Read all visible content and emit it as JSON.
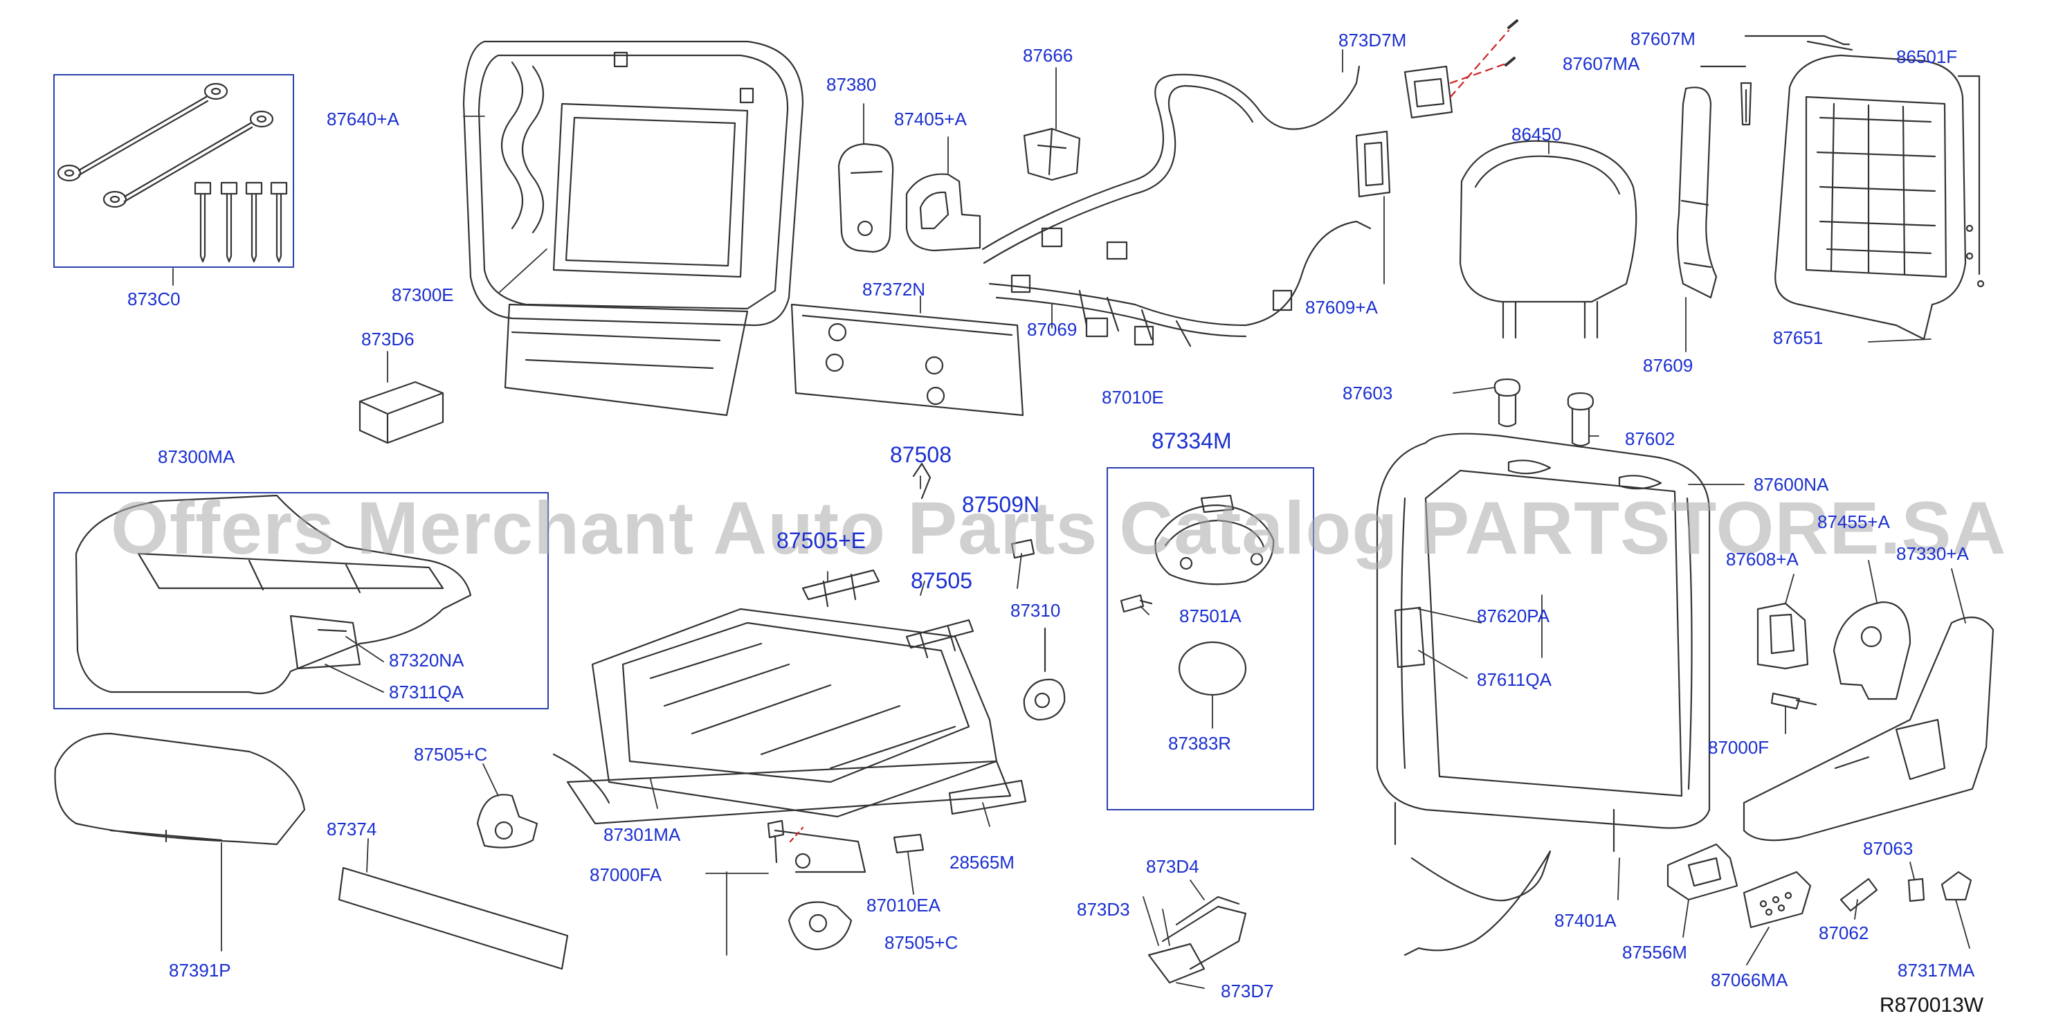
{
  "diagram": {
    "code": "R870013W",
    "watermark": "Offers Merchant Auto Parts Catalog PARTSTORE.SA",
    "colors": {
      "label": "#1a2fd0",
      "line": "#333333",
      "box": "#2a3fb0",
      "watermark": "#aaaaaa"
    },
    "labels": [
      {
        "id": "p873C0",
        "text": "873C0"
      },
      {
        "id": "p87640A",
        "text": "87640+A"
      },
      {
        "id": "p87300E",
        "text": "87300E"
      },
      {
        "id": "p873D6",
        "text": "873D6"
      },
      {
        "id": "p87380",
        "text": "87380"
      },
      {
        "id": "p87405A",
        "text": "87405+A"
      },
      {
        "id": "p87372N",
        "text": "87372N"
      },
      {
        "id": "p87666",
        "text": "87666"
      },
      {
        "id": "p873D7M",
        "text": "873D7M"
      },
      {
        "id": "p87607M",
        "text": "87607M"
      },
      {
        "id": "p87607MA",
        "text": "87607MA"
      },
      {
        "id": "p86501F",
        "text": "86501F"
      },
      {
        "id": "p86450",
        "text": "86450"
      },
      {
        "id": "p87609A",
        "text": "87609+A"
      },
      {
        "id": "p87069",
        "text": "87069"
      },
      {
        "id": "p87010E",
        "text": "87010E"
      },
      {
        "id": "p87609",
        "text": "87609"
      },
      {
        "id": "p87651",
        "text": "87651"
      },
      {
        "id": "p87603",
        "text": "87603"
      },
      {
        "id": "p87602",
        "text": "87602"
      },
      {
        "id": "p87300MA",
        "text": "87300MA"
      },
      {
        "id": "p87508",
        "text": "87508"
      },
      {
        "id": "p87334M",
        "text": "87334M"
      },
      {
        "id": "p87600NA",
        "text": "87600NA"
      },
      {
        "id": "p87509N",
        "text": "87509N"
      },
      {
        "id": "p87505E",
        "text": "87505+E"
      },
      {
        "id": "p87455A",
        "text": "87455+A"
      },
      {
        "id": "p87608A",
        "text": "87608+A"
      },
      {
        "id": "p87330A",
        "text": "87330+A"
      },
      {
        "id": "p87505",
        "text": "87505"
      },
      {
        "id": "p87310",
        "text": "87310"
      },
      {
        "id": "p87501A",
        "text": "87501A"
      },
      {
        "id": "p87620PA",
        "text": "87620PA"
      },
      {
        "id": "p87320NA",
        "text": "87320NA"
      },
      {
        "id": "p87611QA",
        "text": "87611QA"
      },
      {
        "id": "p87311QA",
        "text": "87311QA"
      },
      {
        "id": "p87383R",
        "text": "87383R"
      },
      {
        "id": "p87000F",
        "text": "87000F"
      },
      {
        "id": "p87505C1",
        "text": "87505+C"
      },
      {
        "id": "p87374",
        "text": "87374"
      },
      {
        "id": "p87301MA",
        "text": "87301MA"
      },
      {
        "id": "p28565M",
        "text": "28565M"
      },
      {
        "id": "p87000FA",
        "text": "87000FA"
      },
      {
        "id": "p87063",
        "text": "87063"
      },
      {
        "id": "p873D4",
        "text": "873D4"
      },
      {
        "id": "p87010EA",
        "text": "87010EA"
      },
      {
        "id": "p873D3",
        "text": "873D3"
      },
      {
        "id": "p87401A",
        "text": "87401A"
      },
      {
        "id": "p87505C2",
        "text": "87505+C"
      },
      {
        "id": "p87062",
        "text": "87062"
      },
      {
        "id": "p87556M",
        "text": "87556M"
      },
      {
        "id": "p87317MA",
        "text": "87317MA"
      },
      {
        "id": "p87391P",
        "text": "87391P"
      },
      {
        "id": "p873D7",
        "text": "873D7"
      },
      {
        "id": "p87066MA",
        "text": "87066MA"
      }
    ]
  }
}
